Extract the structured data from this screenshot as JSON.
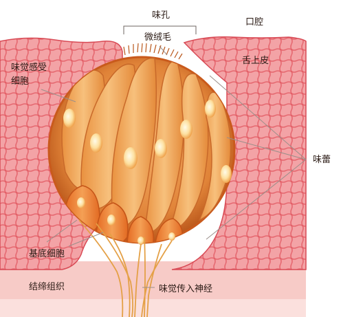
{
  "labels": {
    "taste_pore": "味孔",
    "microvilli": "微绒毛",
    "oral_cavity": "口腔",
    "tongue_epithelium": "舌上皮",
    "taste_receptor_cell_line1": "味觉感受",
    "taste_receptor_cell_line2": "细胞",
    "taste_bud": "味蕾",
    "basal_cell": "基底细胞",
    "connective_tissue": "结缔组织",
    "gustatory_afferent_nerve": "味觉传入神经"
  },
  "colors": {
    "epithelium": "#f4a7a9",
    "epithelium_grid": "#e2555e",
    "connective_tissue": "#f6c9c6",
    "taste_bud_border": "#c95a1c",
    "cell_fill": "#f0a25a",
    "basal_cell_fill": "#e9782e",
    "nucleus": "#fff0c8",
    "nerve": "#e8a24a",
    "leader_line": "#9a8f8a"
  }
}
